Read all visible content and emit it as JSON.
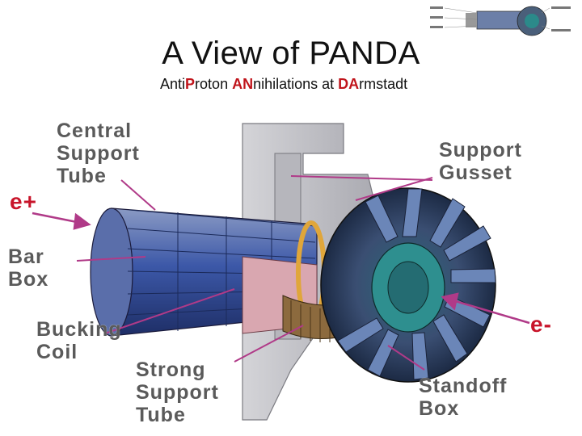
{
  "header": {
    "title": "A View of PANDA",
    "subtitle": {
      "p1": "Anti",
      "p2": "P",
      "p3": "roton ",
      "p4": "AN",
      "p5": "nihilations at ",
      "p6": "DA",
      "p7": "rmstadt"
    },
    "accent_color": "#c0141b"
  },
  "diagram": {
    "labels": {
      "central_support_tube": "Central\nSupport\nTube",
      "support_gusset": "Support\nGusset",
      "e_plus": "e+",
      "bar_box": "Bar\nBox",
      "bucking_coil": "Bucking\nCoil",
      "strong_support_tube": "Strong\nSupport\nTube",
      "e_minus": "e-",
      "standoff_box": "Standoff\nBox"
    },
    "colors": {
      "label_gray": "#5a5a5a",
      "electron_red": "#c8142a",
      "bar_box_blue": "#2f4a9a",
      "coil_brown": "#8c6a3e",
      "gusset_gray": "#c4c4c8"
    }
  }
}
